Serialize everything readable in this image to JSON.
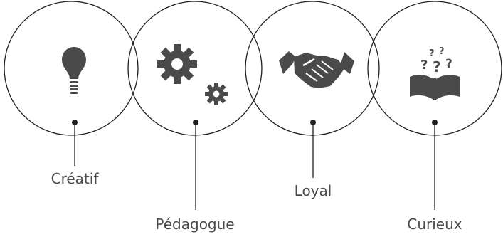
{
  "qualities": [
    {
      "label": "Créatif",
      "icon": "lightbulb-icon"
    },
    {
      "label": "Pédagogue",
      "icon": "gears-icon"
    },
    {
      "label": "Loyal",
      "icon": "handshake-icon"
    },
    {
      "label": "Curieux",
      "icon": "open-book-questions-icon"
    }
  ],
  "colors": {
    "line": "#1f1f1f",
    "icon": "#4a4a4a",
    "text": "#4a4a4a"
  }
}
